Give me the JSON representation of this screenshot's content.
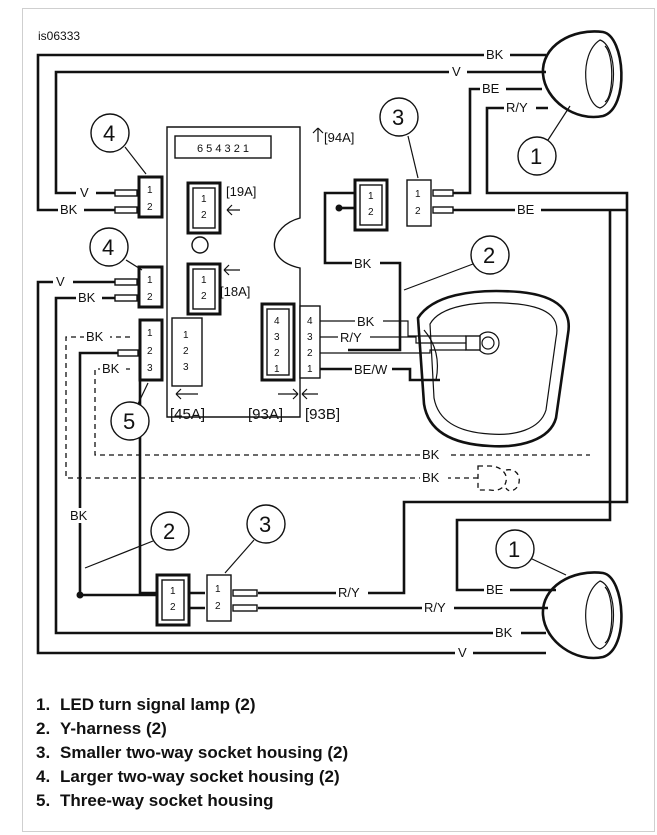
{
  "figure_id": "is06333",
  "wire_labels": {
    "bk": "BK",
    "v": "V",
    "be": "BE",
    "ry": "R/Y",
    "bew": "BE/W"
  },
  "connector_labels": {
    "c94a": "[94A]",
    "c19a": "[19A]",
    "c18a": "[18A]",
    "c45a": "[45A]",
    "c93a": "[93A]",
    "c93b": "[93B]"
  },
  "fuse_block_numbers": "6 5 4 3 2 1",
  "callouts": {
    "one": "1",
    "two": "2",
    "three": "3",
    "four": "4",
    "five": "5"
  },
  "pins": {
    "p1": "1",
    "p2": "2",
    "p3": "3",
    "p4": "4"
  },
  "legend": [
    {
      "num": "1.",
      "text": "LED turn signal lamp (2)"
    },
    {
      "num": "2.",
      "text": "Y-harness (2)"
    },
    {
      "num": "3.",
      "text": "Smaller two-way socket housing (2)"
    },
    {
      "num": "4.",
      "text": "Larger two-way socket housing (2)"
    },
    {
      "num": "5.",
      "text": "Three-way socket housing"
    }
  ]
}
